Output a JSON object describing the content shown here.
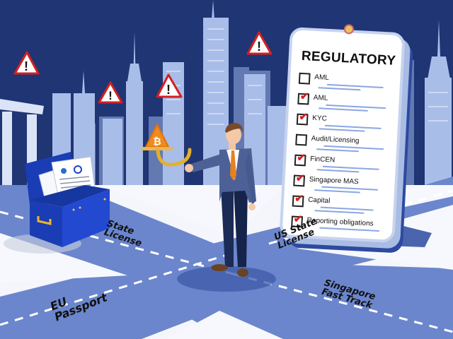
{
  "scene": {
    "description": "Illustration of a businessman at a crossroads of regulatory licensing paths with a compliance checklist board",
    "colors": {
      "sky": "#1f3574",
      "building_light": "#b8c8ee",
      "building_mid": "#8ca4d8",
      "building_dark": "#5e74a8",
      "road": "#6b86cc",
      "ground": "#f4f6fb",
      "warning_red": "#d42020",
      "bitcoin_orange": "#f08a1c",
      "briefcase_blue": "#1e44c8",
      "tie_orange": "#e6821e"
    }
  },
  "board": {
    "title": "REGULATORY",
    "items": [
      {
        "label": "AML",
        "checked": false
      },
      {
        "label": "AML",
        "checked": true
      },
      {
        "label": "KYC",
        "checked": true
      },
      {
        "label": "Audit/Licensing",
        "checked": false
      },
      {
        "label": "FinCEN",
        "checked": true
      },
      {
        "label": "Singapore MAS",
        "checked": true
      },
      {
        "label": "Capital",
        "checked": true
      },
      {
        "label": "Reporting obligations",
        "checked": true
      }
    ]
  },
  "roads": {
    "labels": {
      "state_license": "State\nLicense",
      "us_state_license": "US State\nLicense",
      "eu_passport": "EU\nPassport",
      "singapore_fast_track": "Singapore\nFast Track"
    }
  },
  "icons": {
    "warning": "warning-triangle-icon",
    "bitcoin": "bitcoin-icon",
    "check": "✔",
    "bitcoin_glyph": "₿"
  }
}
